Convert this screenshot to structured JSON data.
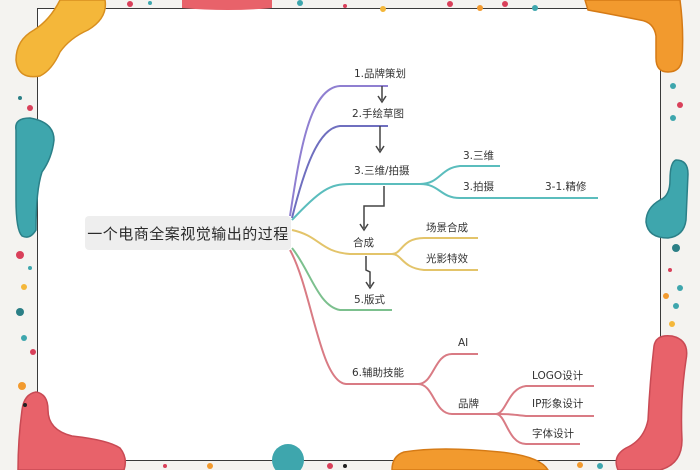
{
  "mindmap": {
    "root": "一个电商全案视觉输出的过程",
    "branches": [
      {
        "label": "1.品牌策划",
        "color": "#8f7fd1"
      },
      {
        "label": "2.手绘草图",
        "color": "#6f6fbf"
      },
      {
        "label": "3.三维/拍摄",
        "color": "#5bbdbd",
        "children": [
          {
            "label": "3.三维"
          },
          {
            "label": "3.拍摄",
            "children": [
              {
                "label": "3-1.精修"
              }
            ]
          }
        ]
      },
      {
        "label": "合成",
        "color": "#e3c46a",
        "children": [
          {
            "label": "场景合成"
          },
          {
            "label": "光影特效"
          }
        ]
      },
      {
        "label": "5.版式",
        "color": "#7cc08e"
      },
      {
        "label": "6.辅助技能",
        "color": "#d97b84",
        "children": [
          {
            "label": "AI"
          },
          {
            "label": "品牌",
            "children": [
              {
                "label": "LOGO设计"
              },
              {
                "label": "IP形象设计"
              },
              {
                "label": "字体设计"
              }
            ]
          }
        ]
      }
    ]
  },
  "decor": {
    "colors": {
      "yellow": "#f4b73a",
      "orange": "#f29a2e",
      "teal": "#3ea6ad",
      "red": "#e8626a",
      "frame": "#3a3a3a"
    }
  }
}
